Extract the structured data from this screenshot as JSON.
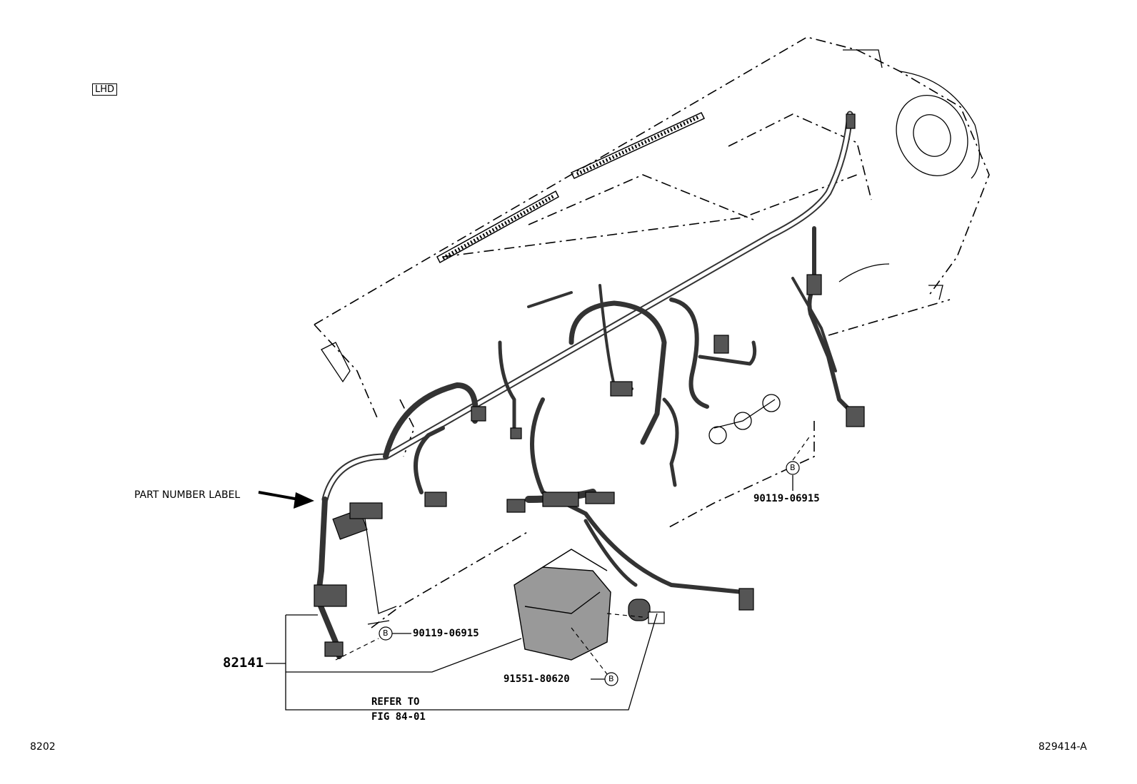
{
  "region_tag": "LHD",
  "callouts": {
    "part_number_label": "PART NUMBER LABEL",
    "main_part": "82141",
    "bolt_right": "90119-06915",
    "bolt_left": "90119-06915",
    "screw_bottom": "91551-80620",
    "refer_line1": "REFER TO",
    "refer_line2": "FIG 84-01",
    "marker_b": "B"
  },
  "footer": {
    "page_code": "8202",
    "illustration_id": "829414-A"
  }
}
